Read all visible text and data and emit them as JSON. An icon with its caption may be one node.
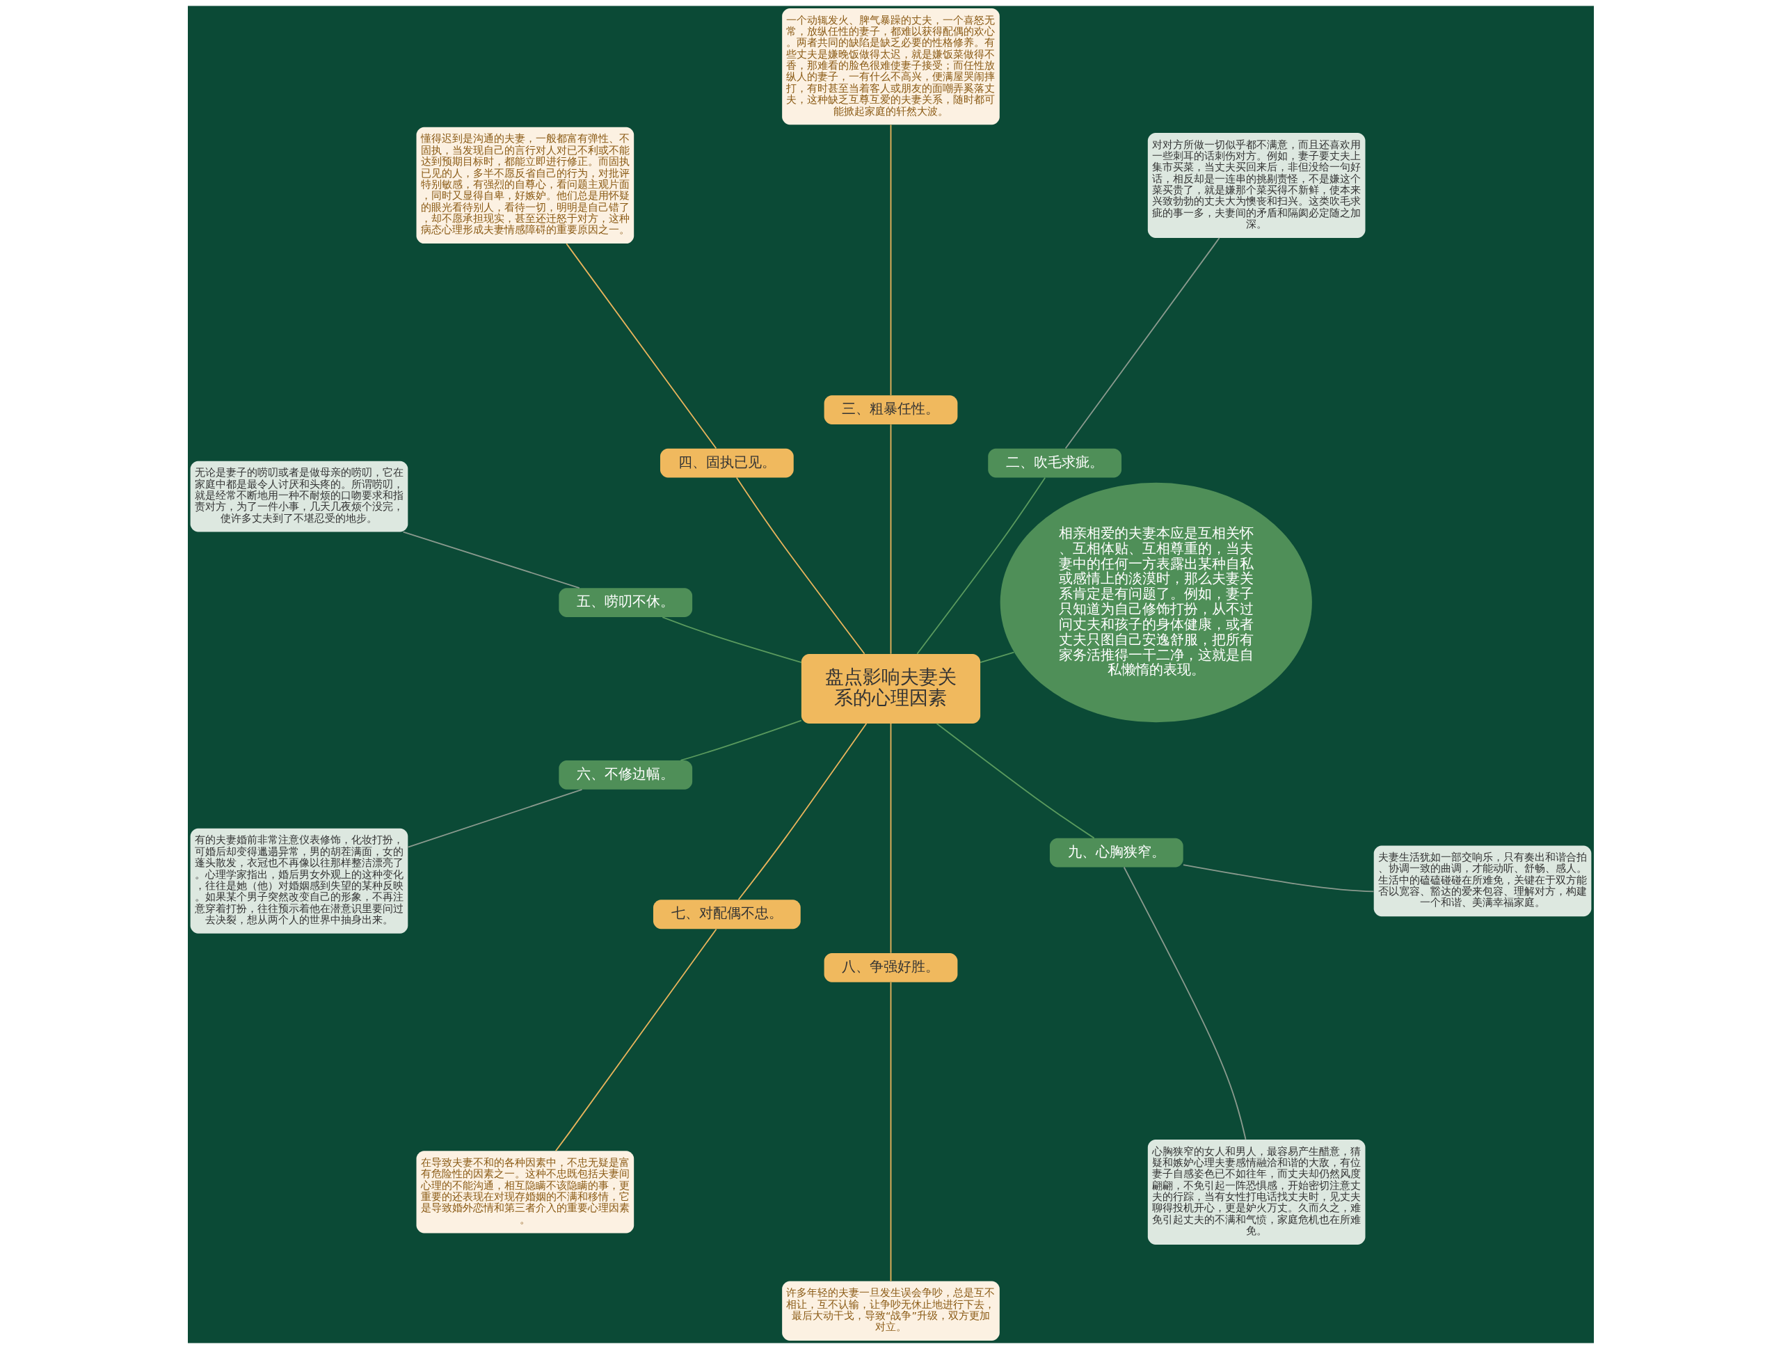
{
  "diagram": {
    "nodes": [
      {
        "text": [
          "盘点影响夫妻关系的心理因素"
        ]
      },
      {
        "text": [
          "相亲相爱的夫妻本应是互相关怀、互相体贴、互相尊重的，当夫妻中的任何一方表露出某种自私或感情上的淡漠时，那么夫妻关系肯定是有问题了。例如，妻子只知道为自己修饰打扮，从不过问丈夫和孩子的身体健康，或者丈夫只图自己安逸舒服，把所有家务活推得一干二净，这就是自私懒惰的表现。"
        ]
      },
      {
        "text": [
          "二、吹毛求疵。"
        ]
      },
      {
        "text": [
          "对对方所做一切似乎都不满意，而且还喜欢用一些刺耳的话刺伤对方。例如，妻子要丈夫上集市买菜，当丈夫买回来后，非但没给一句好话，相反却是一连串的挑剔责怪，不是嫌这个菜买贵了，就是嫌那个菜买得不新鲜，使本来兴致勃勃的丈夫大为懊丧和扫兴。这类吹毛求疵的事一多，夫妻间的矛盾和隔阂必定随之加深。"
        ]
      },
      {
        "text": [
          "三、粗暴任性。"
        ]
      },
      {
        "text": [
          "一个动辄发火、脾气暴躁的丈夫，一个喜怒无常，放纵任性的妻子，都难以获得配偶的欢心。两者共同的缺陷是缺乏必要的性格修养。有些丈夫是嫌晚饭做得太迟，就是嫌饭菜做得不香，那难看的脸色很难使妻子接受；而任性放纵人的妻子，一有什么不高兴，便满屋哭闹摔打，有时甚至当着客人或朋友的面嘲弄奚落丈夫，这种缺乏互尊互爱的夫妻关系，随时都可能掀起家庭的轩然大波。"
        ]
      },
      {
        "text": [
          "四、固执已见。"
        ]
      },
      {
        "text": [
          "懂得迟到是沟通的夫妻，一般都富有弹性、不固执，当发现自己的言行对人对已不利或不能达到预期目标时，都能立即进行修正。而固执已见的人，多半不愿反省自己的行为，对批评特别敏感，有强烈的自尊心，看问题主观片面，同时又显得自卑，好嫉妒。他们总是用怀疑的眼光看待别人，看待一切，明明是自己错了，却不愿承担现实，甚至还迁怒于对方，这种病态心理形成夫妻情感障碍的重要原因之一。"
        ]
      },
      {
        "text": [
          "五、唠叨不休。"
        ]
      },
      {
        "text": [
          "无论是妻子的唠叨或者是做母亲的唠叨，它在家庭中都是最令人讨厌和头疼的。所谓唠叨，就是经常不断地用一种不耐烦的口吻要求和指责对方，为了一件小事，几天几夜烦个没完，使许多丈夫到了不堪忍受的地步。"
        ]
      },
      {
        "text": [
          "六、不修边幅。"
        ]
      },
      {
        "text": [
          "有的夫妻婚前非常注意仪表修饰，化妆打扮，可婚后却变得邋遢异常，男的胡茬满面，女的蓬头散发，衣冠也不再像以往那样整洁漂亮了。心理学家指出，婚后男女外观上的这种变化，往往是她（他）对婚姻感到失望的某种反映。如果某个男子突然改变自己的形象，不再注意穿着打扮，往往预示着他在潜意识里要问过去决裂，想从两个人的世界中抽身出来。"
        ]
      },
      {
        "text": [
          "七、对配偶不忠。"
        ]
      },
      {
        "text": [
          "在导致夫妻不和的各种因素中，不忠无疑是富有危险性的因素之一。这种不忠既包括夫妻间心理的不能沟通，相互隐瞒不该隐瞒的事，更重要的还表现在对现存婚姻的不满和移情，它是导致婚外恋情和第三者介入的重要心理因素。"
        ]
      },
      {
        "text": [
          "八、争强好胜。"
        ]
      },
      {
        "text": [
          "许多年轻的夫妻一旦发生误会争吵，总是互不相让，互不认输，让争吵无休止地进行下去，最后大动干戈，导致“战争”升级，双方更加对立。"
        ]
      },
      {
        "text": [
          "九、心胸狭窄。"
        ]
      },
      {
        "text": [
          "心胸狭窄的女人和男人，最容易产生醋意，猜疑和嫉妒心理夫妻感情融洽和谐的大敌，有位妻子自感姿色已不如往年，而丈夫却仍然风度翩翩，不免引起一阵恐惧感，开始密切注意丈夫的行踪，当有女性打电话找丈夫时，见丈夫聊得投机开心，更是妒火万丈。久而久之，难免引起丈夫的不满和气愤，家庭危机也在所难免。"
        ]
      },
      {
        "text": [
          "夫妻生活犹如一部交响乐，只有奏出和谐合拍、协调一致的曲调，才能动听、舒畅、感人。生活中的磕磕碰碰在所难免，关键在于双方能否以宽容、豁达的爱来包容、理解对方，构建一个和谐、美满幸福家庭。"
        ]
      }
    ],
    "edges": [
      {
        "from": 0,
        "to": 1,
        "arrow": "none",
        "color": "#5a9a5e"
      },
      {
        "from": 0,
        "to": 2,
        "arrow": "none",
        "color": "#5a9a5e"
      },
      {
        "from": 2,
        "to": 3,
        "arrow": "none",
        "color": "#8a9a8e"
      },
      {
        "from": 0,
        "to": 4,
        "arrow": "none",
        "color": "#e8b45c"
      },
      {
        "from": 4,
        "to": 5,
        "arrow": "none",
        "color": "#e8b45c"
      },
      {
        "from": 0,
        "to": 6,
        "arrow": "none",
        "color": "#e8b45c"
      },
      {
        "from": 6,
        "to": 7,
        "arrow": "none",
        "color": "#e8b45c"
      },
      {
        "from": 0,
        "to": 8,
        "arrow": "none",
        "color": "#5a9a5e"
      },
      {
        "from": 8,
        "to": 9,
        "arrow": "none",
        "color": "#8a9a8e"
      },
      {
        "from": 0,
        "to": 10,
        "arrow": "none",
        "color": "#5a9a5e"
      },
      {
        "from": 10,
        "to": 11,
        "arrow": "none",
        "color": "#8a9a8e"
      },
      {
        "from": 0,
        "to": 12,
        "arrow": "none",
        "color": "#e8b45c"
      },
      {
        "from": 12,
        "to": 13,
        "arrow": "none",
        "color": "#e8b45c"
      },
      {
        "from": 0,
        "to": 14,
        "arrow": "none",
        "color": "#e8b45c"
      },
      {
        "from": 14,
        "to": 15,
        "arrow": "none",
        "color": "#e8b45c"
      },
      {
        "from": 0,
        "to": 16,
        "arrow": "none",
        "color": "#5a9a5e"
      },
      {
        "from": 16,
        "to": 17,
        "arrow": "none",
        "color": "#8a9a8e"
      },
      {
        "from": 16,
        "to": 18,
        "arrow": "none",
        "color": "#8a9a8e"
      }
    ]
  }
}
